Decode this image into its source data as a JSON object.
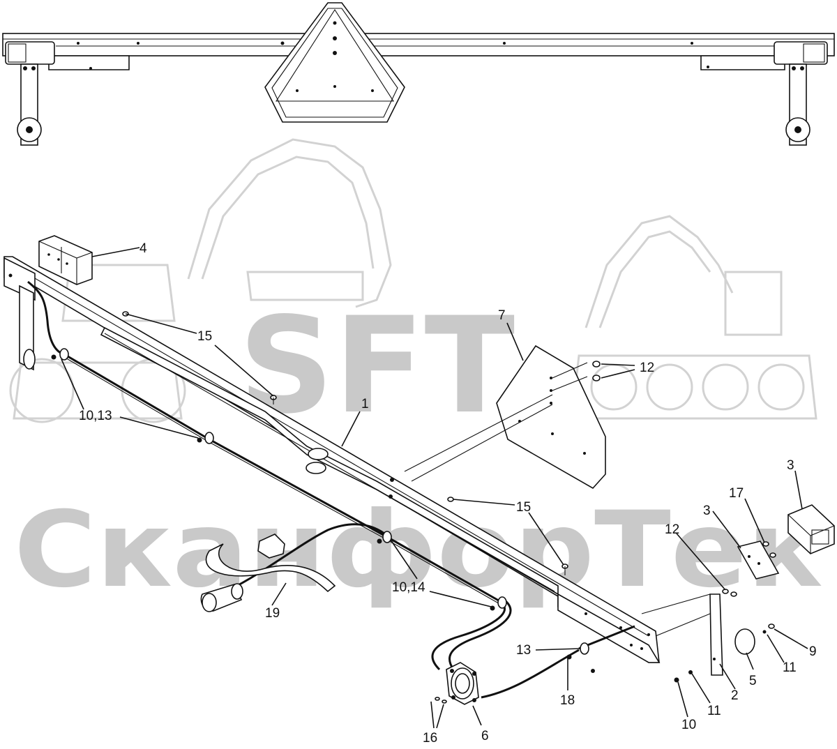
{
  "watermark": {
    "brand": "SFT",
    "company": "СканфорТек"
  },
  "callouts": [
    {
      "id": "c4",
      "text": "4"
    },
    {
      "id": "c15a",
      "text": "15"
    },
    {
      "id": "c7",
      "text": "7"
    },
    {
      "id": "c12a",
      "text": "12"
    },
    {
      "id": "c1",
      "text": "1"
    },
    {
      "id": "c1013",
      "text": "10,13"
    },
    {
      "id": "c15b",
      "text": "15"
    },
    {
      "id": "c3a",
      "text": "3"
    },
    {
      "id": "c3b",
      "text": "3"
    },
    {
      "id": "c17",
      "text": "17"
    },
    {
      "id": "c12b",
      "text": "12"
    },
    {
      "id": "c1014",
      "text": "10,14"
    },
    {
      "id": "c19",
      "text": "19"
    },
    {
      "id": "c13",
      "text": "13"
    },
    {
      "id": "c9",
      "text": "9"
    },
    {
      "id": "c11a",
      "text": "11"
    },
    {
      "id": "c5",
      "text": "5"
    },
    {
      "id": "c18",
      "text": "18"
    },
    {
      "id": "c2",
      "text": "2"
    },
    {
      "id": "c11b",
      "text": "11"
    },
    {
      "id": "c10",
      "text": "10"
    },
    {
      "id": "c16",
      "text": "16"
    },
    {
      "id": "c6",
      "text": "6"
    }
  ]
}
